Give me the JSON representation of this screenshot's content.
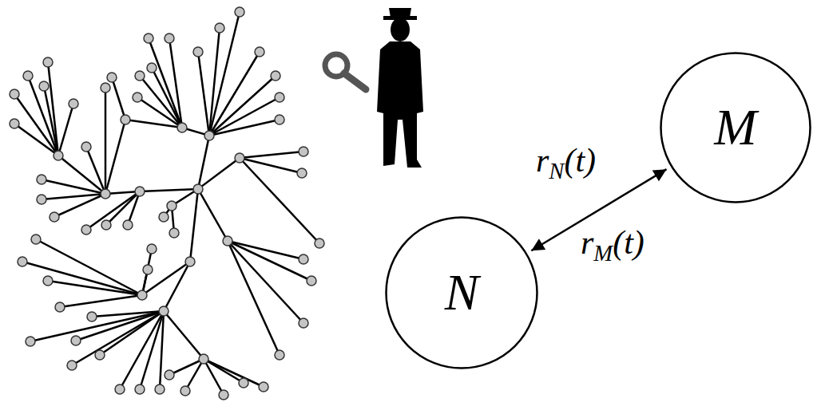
{
  "diagram": {
    "nodes": [
      {
        "text": [
          "N"
        ]
      },
      {
        "text": [
          "M"
        ]
      }
    ],
    "edges": [
      {
        "from": 0,
        "to": 1,
        "arrow": "both"
      }
    ],
    "labels": [
      "rN(t)",
      "rM(t)"
    ]
  }
}
